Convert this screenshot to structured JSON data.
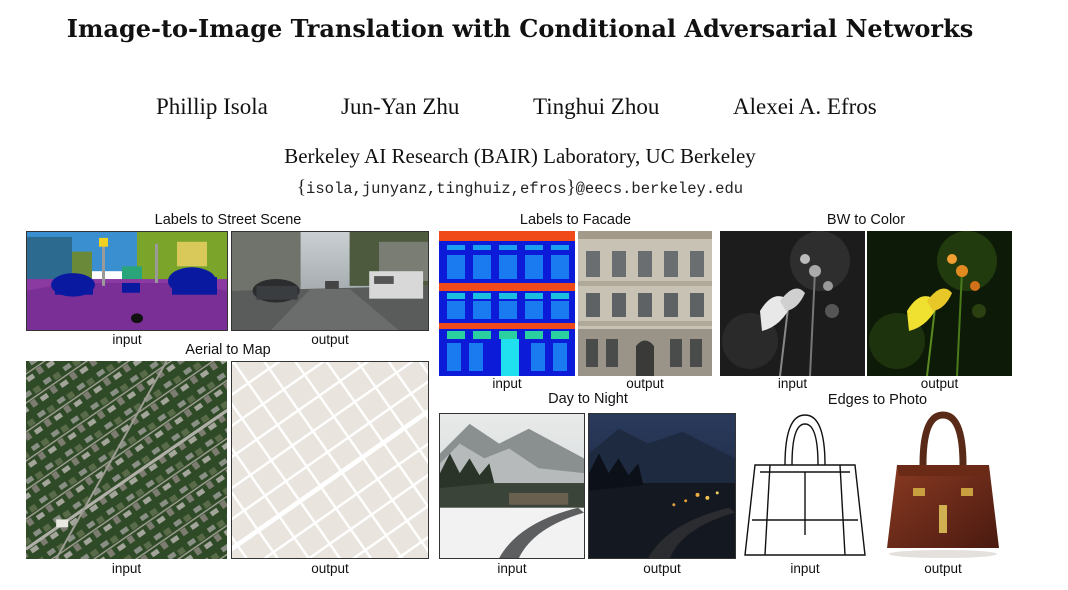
{
  "paper": {
    "title": "Image-to-Image Translation with Conditional Adversarial Networks",
    "authors": [
      "Phillip Isola",
      "Jun-Yan Zhu",
      "Tinghui Zhou",
      "Alexei A. Efros"
    ],
    "affiliation": "Berkeley AI Research (BAIR) Laboratory, UC Berkeley",
    "email_open": "{",
    "email_names": "isola,junyanz,tinghuiz,efros",
    "email_close": "}",
    "email_domain": "@eecs.berkeley.edu"
  },
  "panels": {
    "street": {
      "title": "Labels to Street Scene",
      "input": "input",
      "output": "output"
    },
    "facade": {
      "title": "Labels to Facade",
      "input": "input",
      "output": "output"
    },
    "bwcolor": {
      "title": "BW to Color",
      "input": "input",
      "output": "output"
    },
    "aerial": {
      "title": "Aerial to Map",
      "input": "input",
      "output": "output"
    },
    "daynight": {
      "title": "Day to Night",
      "input": "input",
      "output": "output"
    },
    "edges": {
      "title": "Edges to Photo",
      "input": "input",
      "output": "output"
    }
  }
}
